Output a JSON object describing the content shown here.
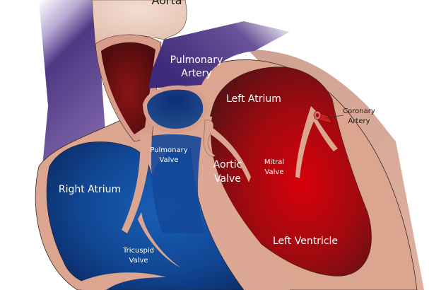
{
  "diagram": {
    "title": "Heart anatomy cross-section",
    "colors": {
      "oxygenated": "#c0000a",
      "oxygenated_dark": "#5a1012",
      "deoxygenated": "#1452a8",
      "deoxygenated_dark": "#0c2c66",
      "vein_purple": "#4a3580",
      "tissue": "#dba590",
      "tissue_light": "#ecc9b8",
      "outline": "#2a1a1a"
    },
    "labels": {
      "aorta": "Aorta",
      "pulmonary_artery_line1": "Pulmonary",
      "pulmonary_artery_line2": "Artery",
      "left_atrium": "Left Atrium",
      "coronary_artery_line1": "Coronary",
      "coronary_artery_line2": "Artery",
      "pulmonary_valve_line1": "Pulmonary",
      "pulmonary_valve_line2": "Valve",
      "aortic_valve_line1": "Aortic",
      "aortic_valve_line2": "Valve",
      "mitral_valve_line1": "Mitral",
      "mitral_valve_line2": "Valve",
      "right_atrium": "Right Atrium",
      "tricuspid_valve_line1": "Tricuspid",
      "tricuspid_valve_line2": "Valve",
      "left_ventricle": "Left Ventricle"
    }
  }
}
